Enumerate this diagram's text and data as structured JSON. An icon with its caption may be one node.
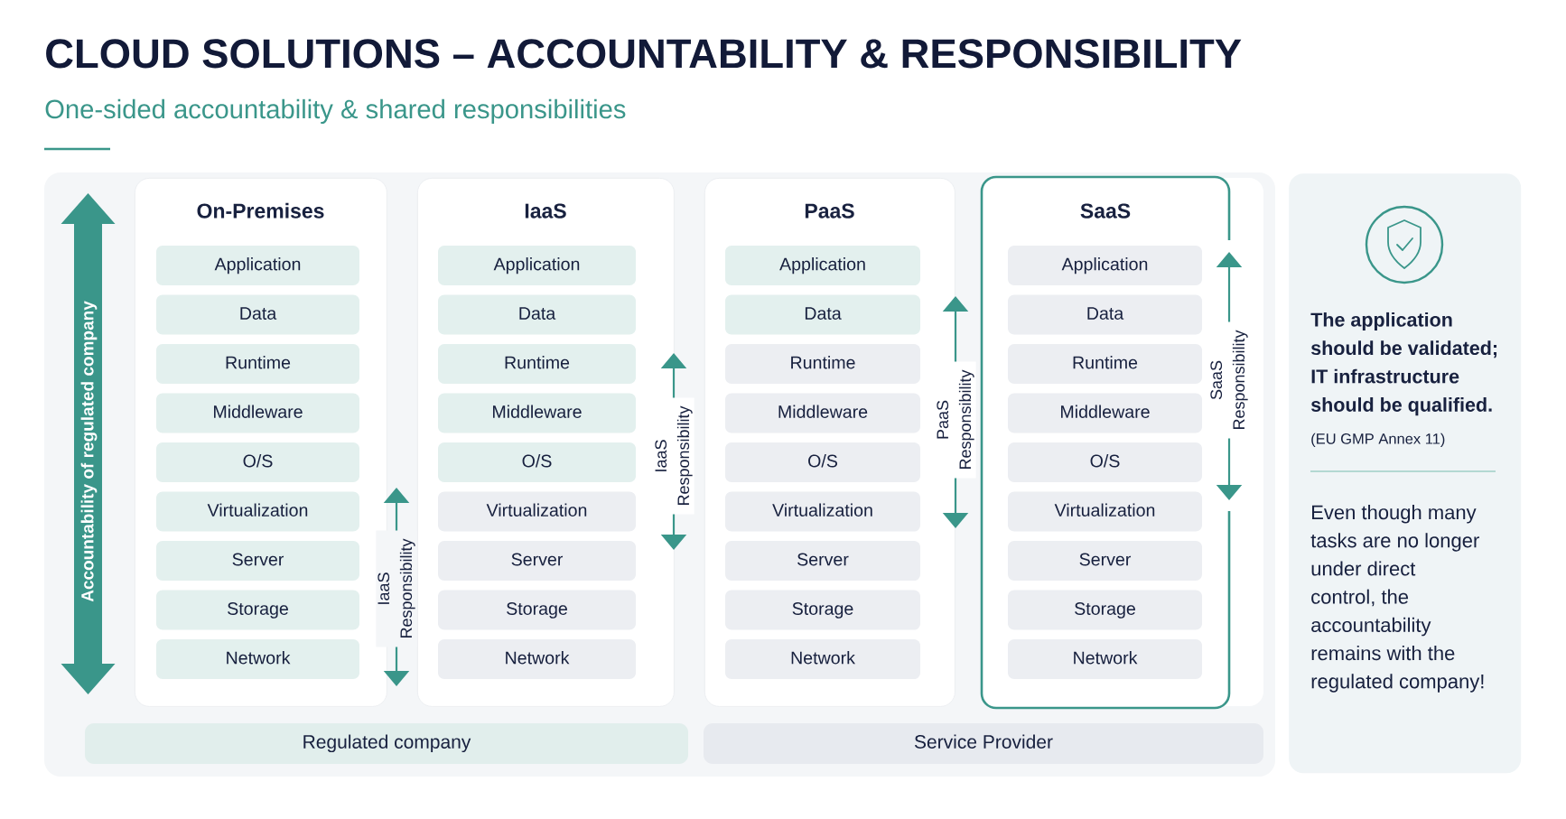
{
  "diagram": {
    "title": "CLOUD SOLUTIONS – ACCOUNTABILITY & RESPONSIBILITY",
    "nodes": [
      {
        "text": [
          "On-Premises"
        ]
      },
      {
        "text": [
          "Application"
        ],
        "in": 0
      },
      {
        "text": [
          "Data"
        ],
        "in": 0
      },
      {
        "text": [
          "Runtime"
        ],
        "in": 0
      },
      {
        "text": [
          "Middleware"
        ],
        "in": 0
      },
      {
        "text": [
          "O/S"
        ],
        "in": 0
      },
      {
        "text": [
          "Virtualization"
        ],
        "in": 0
      },
      {
        "text": [
          "Server"
        ],
        "in": 0
      },
      {
        "text": [
          "Storage"
        ],
        "in": 0
      },
      {
        "text": [
          "Network"
        ],
        "in": 0
      },
      {
        "text": [
          "IaaS"
        ]
      },
      {
        "text": [
          "Application"
        ],
        "in": 10
      },
      {
        "text": [
          "Data"
        ],
        "in": 10
      },
      {
        "text": [
          "Runtime"
        ],
        "in": 10
      },
      {
        "text": [
          "Middleware"
        ],
        "in": 10
      },
      {
        "text": [
          "O/S"
        ],
        "in": 10
      },
      {
        "text": [
          "Virtualization"
        ],
        "in": 10
      },
      {
        "text": [
          "Server"
        ],
        "in": 10
      },
      {
        "text": [
          "Storage"
        ],
        "in": 10
      },
      {
        "text": [
          "Network"
        ],
        "in": 10
      },
      {
        "text": [
          "PaaS"
        ]
      },
      {
        "text": [
          "Application"
        ],
        "in": 20
      },
      {
        "text": [
          "Data"
        ],
        "in": 20
      },
      {
        "text": [
          "Runtime"
        ],
        "in": 20
      },
      {
        "text": [
          "Middleware"
        ],
        "in": 20
      },
      {
        "text": [
          "O/S"
        ],
        "in": 20
      },
      {
        "text": [
          "Virtualization"
        ],
        "in": 20
      },
      {
        "text": [
          "Server"
        ],
        "in": 20
      },
      {
        "text": [
          "Storage"
        ],
        "in": 20
      },
      {
        "text": [
          "Network"
        ],
        "in": 20
      },
      {
        "text": [
          "SaaS"
        ]
      },
      {
        "text": [
          "Application"
        ],
        "in": 30
      },
      {
        "text": [
          "Data"
        ],
        "in": 30
      },
      {
        "text": [
          "Runtime"
        ],
        "in": 30
      },
      {
        "text": [
          "Middleware"
        ],
        "in": 30
      },
      {
        "text": [
          "O/S"
        ],
        "in": 30
      },
      {
        "text": [
          "Virtualization"
        ],
        "in": 30
      },
      {
        "text": [
          "Server"
        ],
        "in": 30
      },
      {
        "text": [
          "Storage"
        ],
        "in": 30
      },
      {
        "text": [
          "Network"
        ],
        "in": 30
      },
      {
        "text": [
          "Regulated company"
        ]
      },
      {
        "text": [
          "Service Provider"
        ]
      },
      {
        "text": [
          "The application should be validated; IT infrastructure should be qualified.",
          "(EU GMP Annex 11)",
          "Even though many tasks are no longer under direct control, the accountability remains with the regulated company!"
        ]
      }
    ],
    "labels": [
      "One-sided accountability & shared responsibilities",
      "Accountability of regulated company",
      "IaaS Responsibility",
      "IaaS Responsibility",
      "PaaS Responsibility",
      "SaaS Responsibility"
    ]
  }
}
